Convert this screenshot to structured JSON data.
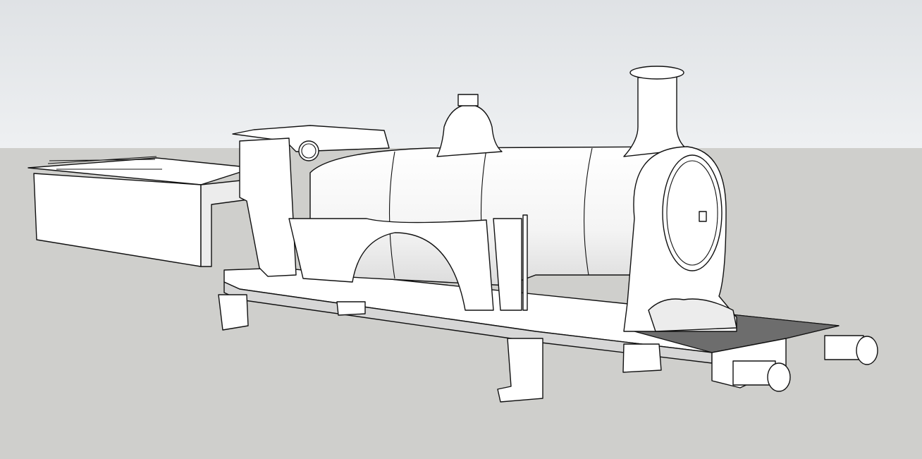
{
  "viewport": {
    "sky_top_color": "#dfe2e5",
    "sky_horizon_color": "#eef0f2",
    "ground_color": "#cfcfcc",
    "model_face_color": "#ffffff",
    "model_edge_color": "#111111",
    "deck_color": "#6d6d6d"
  },
  "model": {
    "parts": [
      "tender",
      "cab",
      "boiler",
      "dome",
      "chimney",
      "smokebox-door",
      "frame",
      "buffers"
    ]
  }
}
